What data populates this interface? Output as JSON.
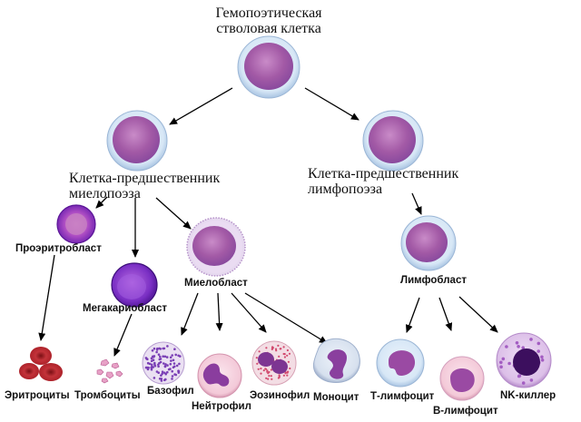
{
  "title_line1": "Гемопоэтическая",
  "title_line2": "стволовая клетка",
  "myeloid_progenitor_line1": "Клетка-предшественник",
  "myeloid_progenitor_line2": "миелопоэза",
  "lymphoid_progenitor_line1": "Клетка-предшественник",
  "lymphoid_progenitor_line2": "лимфопоэза",
  "proerythroblast": "Проэритробласт",
  "megakaryoblast": "Мегакариобласт",
  "myeloblast": "Миелобласт",
  "lymphoblast": "Лимфобласт",
  "erythrocytes": "Эритроциты",
  "platelets": "Тромбоциты",
  "basophil": "Базофил",
  "neutrophil": "Нейтрофил",
  "eosinophil": "Эозинофил",
  "monocyte": "Моноцит",
  "t_lymphocyte": "Т-лимфоцит",
  "b_lymphocyte": "В-лимфоцит",
  "nk_killer": "NK-киллер",
  "colors": {
    "cell_membrane": "#cfe2f3",
    "nucleus": "#b35aa8",
    "proerythroblast": "#7b2fbf",
    "megakaryoblast": "#6a1fb0",
    "erythrocyte": "#b3202a",
    "platelet": "#e9a3c4",
    "basophil_granules": "#7a3fb5",
    "eosinophil_granules": "#d24a6e",
    "arrow": "#000000"
  }
}
